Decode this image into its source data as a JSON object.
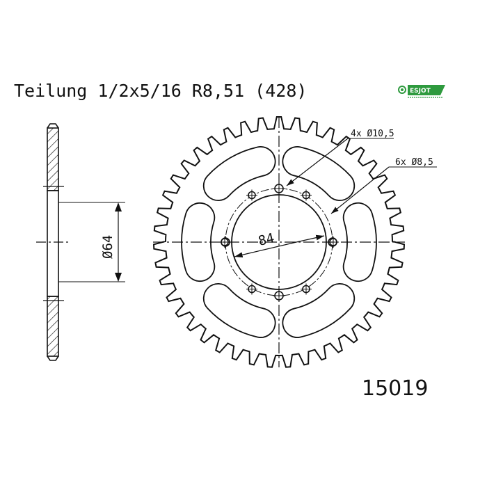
{
  "header": {
    "title": "Teilung 1/2x5/16 R8,51 (428)"
  },
  "logo": {
    "brand": "ESJOT",
    "brand_color": "#2e9a3e"
  },
  "sprocket": {
    "teeth": 43,
    "bolt_holes": 4,
    "inner_holes": 6,
    "slots": 6
  },
  "dimensions": {
    "bolt_hole_callout": "4x Ø10,5",
    "inner_hole_callout": "6x Ø8,5",
    "bolt_circle": "84",
    "hub_diameter": "Ø64"
  },
  "part_number": "15019",
  "colors": {
    "line": "#111111",
    "background": "#ffffff"
  }
}
